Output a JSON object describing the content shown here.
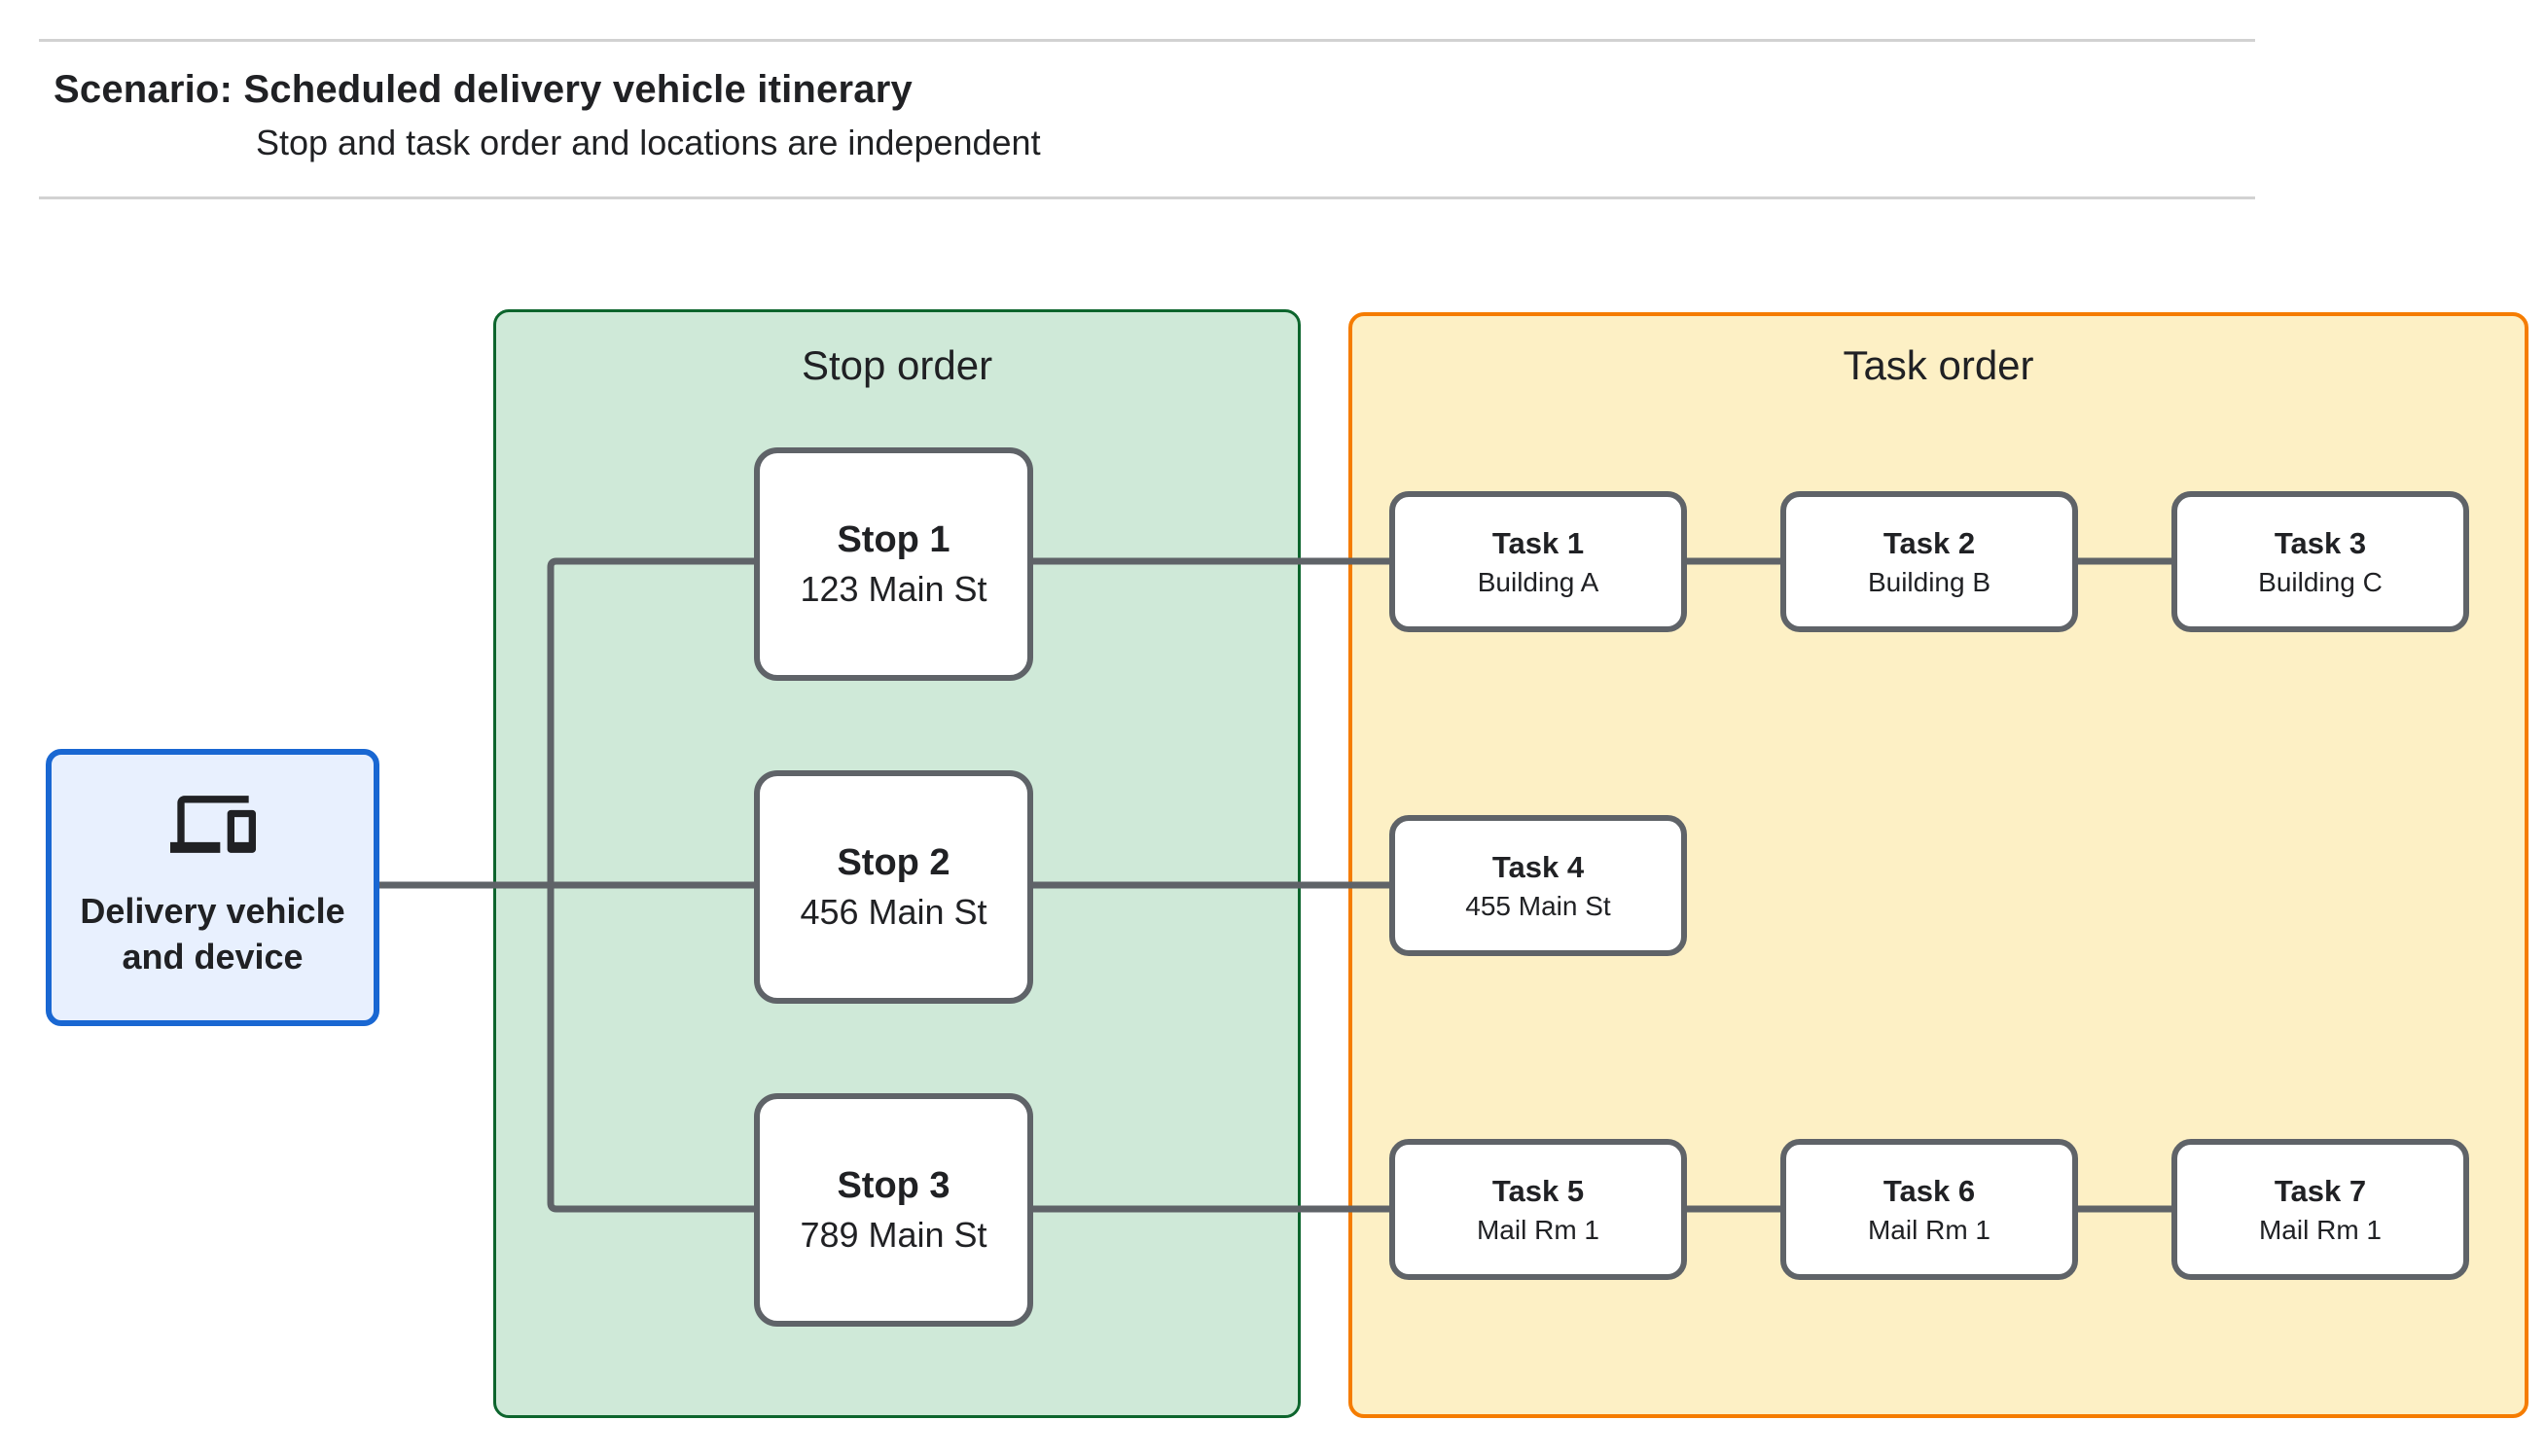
{
  "header": {
    "title": "Scenario: Scheduled delivery vehicle itinerary",
    "subtitle": "Stop and task order and locations are independent"
  },
  "vehicle": {
    "label": "Delivery vehicle and device",
    "icon": "devices-icon"
  },
  "stop_panel": {
    "title": "Stop order",
    "stops": [
      {
        "name": "Stop 1",
        "address": "123 Main St"
      },
      {
        "name": "Stop 2",
        "address": "456 Main St"
      },
      {
        "name": "Stop 3",
        "address": "789 Main St"
      }
    ]
  },
  "task_panel": {
    "title": "Task order",
    "tasks": [
      {
        "name": "Task 1",
        "location": "Building A"
      },
      {
        "name": "Task 2",
        "location": "Building B"
      },
      {
        "name": "Task 3",
        "location": "Building C"
      },
      {
        "name": "Task 4",
        "location": "455 Main St"
      },
      {
        "name": "Task 5",
        "location": "Mail Rm 1"
      },
      {
        "name": "Task 6",
        "location": "Mail Rm 1"
      },
      {
        "name": "Task 7",
        "location": "Mail Rm 1"
      }
    ]
  },
  "colors": {
    "stop_panel_fill": "#cfe9d8",
    "stop_panel_border": "#0d652d",
    "task_panel_fill": "#fdf0c5",
    "task_panel_border": "#f57c00",
    "vehicle_fill": "#e8f0fe",
    "vehicle_border": "#1967d2",
    "node_border": "#5f6368",
    "connector": "#5f6368",
    "divider": "#d2d2d2",
    "text": "#202124"
  }
}
